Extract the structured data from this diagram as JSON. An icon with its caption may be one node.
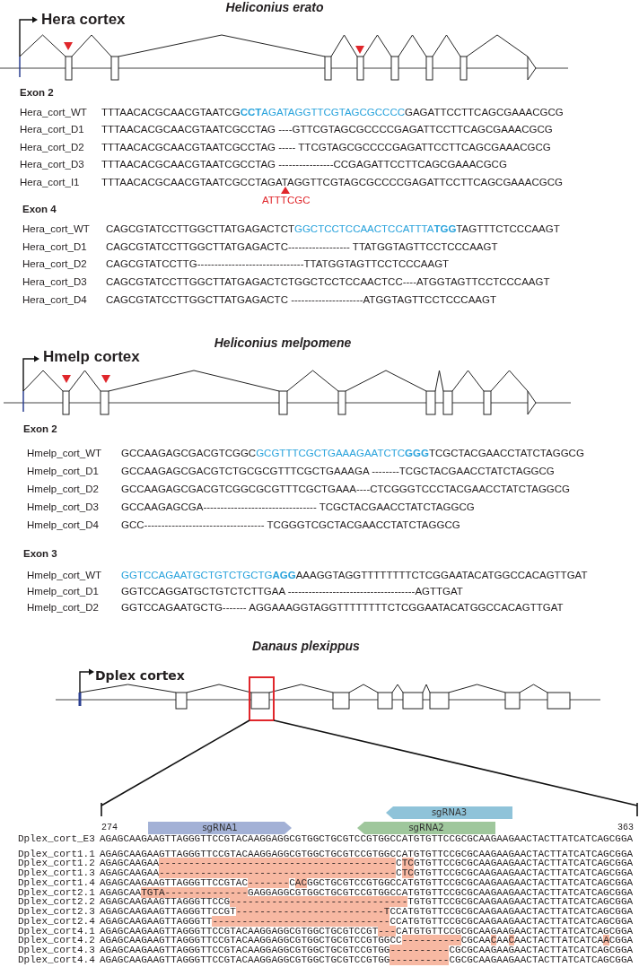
{
  "diagram": {
    "nodes": [
      {
        "text": [
          "sgRNA3"
        ]
      },
      {
        "text": [
          "sgRNA1"
        ]
      },
      {
        "text": [
          "sgRNA2"
        ]
      }
    ],
    "labels": [
      "Heliconius erato",
      "Hera cortex",
      "Exon 2",
      "Hera_cort_WT",
      "TTTAACACGCAACGTAATCGCCTAGATAGGTTCGTAGCGCCCCGAGATTCCTTCAGCGAAACGCG",
      "Hera_cort_D1",
      "TTTAACACGCAACGTAATCGCCTAG ----GTTCGTAGCGCCCCGAGATTCCTTCAGCGAAACGCG",
      "Hera_cort_D2",
      "TTTAACACGCAACGTAATCGCCTAG ----- TTCGTAGCGCCCCGAGATTCCTTCAGCGAAACGCG",
      "Hera_cort_D3",
      "TTTAACACGCAACGTAATCGCCTAG ----------------CCGAGATTCCTTCAGCGAAACGCG",
      "Hera_cort_I1",
      "TTTAACACGCAACGTAATCGCCTAGATAGGTTCGTAGCGCCCCGAGATTCCTTCAGCGAAACGCG",
      "ATTTCGC",
      "Exon 4",
      "Hera_cort_WT",
      "CAGCGTATCCTTGGCTTATGAGACTCTGGCTCCTCCAACTCCATTTATGGTAGTTTCTCCCAAGT",
      "Hera_cort_D1",
      "CAGCGTATCCTTGGCTTATGAGACTC------------------ TTATGGTAGTTCCTCCCAAGT",
      "Hera_cort_D2",
      "CAGCGTATCCTTG-------------------------------TTATGGTAGTTCCTCCCAAGT",
      "Hera_cort_D3",
      "CAGCGTATCCTTGGCTTATGAGACTCTGGCTCCTCCAACTCC----ATGGTAGTTCCTCCCAAGT",
      "Hera_cort_D4",
      "CAGCGTATCCTTGGCTTATGAGACTC ---------------------ATGGTAGTTCCTCCCAAGT",
      "Heliconius melpomene",
      "Hmelp cortex",
      "Exon 2",
      "Hmelp_cort_WT",
      "GCCAAGAGCGACGTCGGCGCGTTTCGCTGAAAGAATCTCGGGTCGCTACGAACCTATCTAGGCG",
      "Hmelp_cort_D1",
      "GCCAAGAGCGACGTCTGCGCGTTTCGCTGAAAGA --------TCGCTACGAACCTATCTAGGCG",
      "Hmelp_cort_D2",
      "GCCAAGAGCGACGTCGGCGCGTTTCGCTGAAA----CTCGGGTCCCTACGAACCTATCTAGGCG",
      "Hmelp_cort_D3",
      "GCCAAGAGCGA--------------------------------- TCGCTACGAACCTATCTAGGCG",
      "Hmelp_cort_D4",
      "GCC----------------------------------- TCGGGTCGCTACGAACCTATCTAGGCG",
      "Exon 3",
      "Hmelp_cort_WT",
      "GGTCCAGAATGCTGTCTGCTGAGGAAAGGTAGGTTTTTTTTCTCGGAATACATGGCCACAGTTGAT",
      "Hmelp_cort_D1",
      "GGTCCAGGATGCTGTCTCTTGAA -------------------------------------AGTTGAT",
      "Hmelp_cort_D2",
      "GGTCCAGAATGCTG------- AGGAAAGGTAGGTTTTTTTTCTCGGAATACATGGCCACAGTTGAT",
      "Danaus plexippus",
      "Dplex cortex",
      "274",
      "363",
      "Dplex_cort_E3",
      "AGAGCAAGAAGTTAGGGTTCCGTACAAGGAGGCGTGGCTGCGTCCGTGGCCATGTGTTCCGCGCAAGAAGAACTACTTATCATCAGCGGA",
      "Dplex_cort1.1",
      "AGAGCAAGAAGTTAGGGTTCCGTACAAGGAGGCGTGGCTGCGTCCGTGGCCATGTGTTCCGCGCAAGAAGAACTACTTATCATCAGCGGA",
      "Dplex_cort1.2",
      "AGAGCAAGAA----------------------------------------CTCGTGTTCCGCGCAAGAAGAACTACTTATCATCAGCGGA",
      "Dplex_cort1.3",
      "AGAGCAAGAA----------------------------------------CTCGTGTTCCGCGCAAGAAGAACTACTTATCATCAGCGGA",
      "Dplex_cort1.4",
      "AGAGCAAGAAGTTAGGGTTCCGTAC-------CACGGCTGCGTCCGTGGCCATGTGTTCCGCGCAAGAAGAACTACTTATCATCAGCGGA",
      "Dplex_cort2.1",
      "AGAGCAATGTA--------------GAGGAGGCGTGGCTGCGTCCGTGGCCATGTGTTCCGCGCAAGAAGAACTACTTATCATCAGCGGA",
      "Dplex_cort2.2",
      "AGAGCAAGAAGTTAGGGTTCCG------------------------------TGTGTTCCGCGCAAGAAGAACTACTTATCATCAGCGGA",
      "Dplex_cort2.3",
      "AGAGCAAGAAGTTAGGGTTCCGT-------------------------TCCATGTGTTCCGCGCAAGAAGAACTACTTATCATCAGCGGA",
      "Dplex_cort2.4",
      "AGAGCAAGAAGTTAGGGTT------------------------------CCATGTGTTCCGCGCAAGAAGAACTACTTATCATCAGCGGA",
      "Dplex_cort4.1",
      "AGAGCAAGAAGTTAGGGTTCCGTACAAGGAGGCGTGGCTGCGTCCGT---CATGTGTTCCGCGCAAGAAGAACTACTTATCATCAGCGGA",
      "Dplex_cort4.2",
      "AGAGCAAGAAGTTAGGGTTCCGTACAAGGAGGCGTGGCTGCGTCCGTGGCC----------CGCAACAACAACTACTTATCATCAACGGA",
      "Dplex_cort4.3",
      "AGAGCAAGAAGTTAGGGTTCCGTACAAGGAGGCGTGGCTGCGTCCGTGG----------CGCGCAAGAAGAACTACTTATCATCAGCGGA",
      "Dplex_cort4.4",
      "AGAGCAAGAAGTTAGGGTTCCGTACAAGGAGGCGTGGCTGCGTCCGTGG----------CGCGCAAGAAGAACTACTTATCATCAGCGGA"
    ]
  }
}
